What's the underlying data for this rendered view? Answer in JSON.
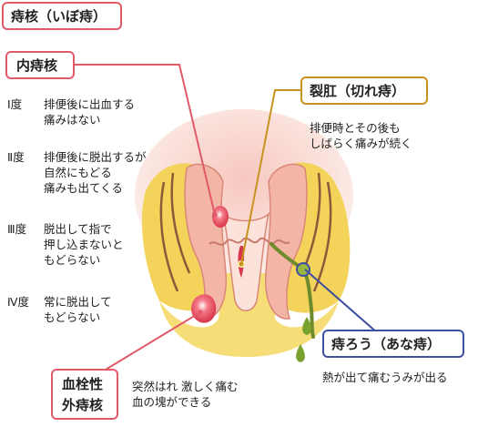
{
  "title_box": {
    "label": "痔核（いぼ痔）"
  },
  "internal": {
    "label": "内痔核",
    "grades": [
      {
        "grade": "Ⅰ度",
        "lines": [
          "排便後に出血する",
          "痛みはない"
        ]
      },
      {
        "grade": "Ⅱ度",
        "lines": [
          "排便後に脱出するが",
          "自然にもどる",
          "痛みも出てくる"
        ]
      },
      {
        "grade": "Ⅲ度",
        "lines": [
          "脱出して指で",
          "押し込まないと",
          "もどらない"
        ]
      },
      {
        "grade": "Ⅳ度",
        "lines": [
          "常に脱出して",
          "もどらない"
        ]
      }
    ]
  },
  "fissure": {
    "label": "裂肛（切れ痔）",
    "lines": [
      "排便時とその後も",
      "しばらく痛みが続く"
    ]
  },
  "fistula": {
    "label": "痔ろう（あな痔）",
    "desc": "熱が出て痛むうみが出る"
  },
  "external": {
    "label_lines": [
      "血栓性",
      "外痔核"
    ],
    "lines": [
      "突然はれ 激しく痛む",
      "血の塊ができる"
    ]
  },
  "colors": {
    "hemorrhoid_line": "#e05a6a",
    "fissure_line": "#c8921e",
    "fistula_line": "#3d4fa0",
    "fat": "#f4d35a",
    "muscle": "#f2b5a6",
    "mucosa": "#fbe3dc",
    "pus": "#7aa12e"
  }
}
